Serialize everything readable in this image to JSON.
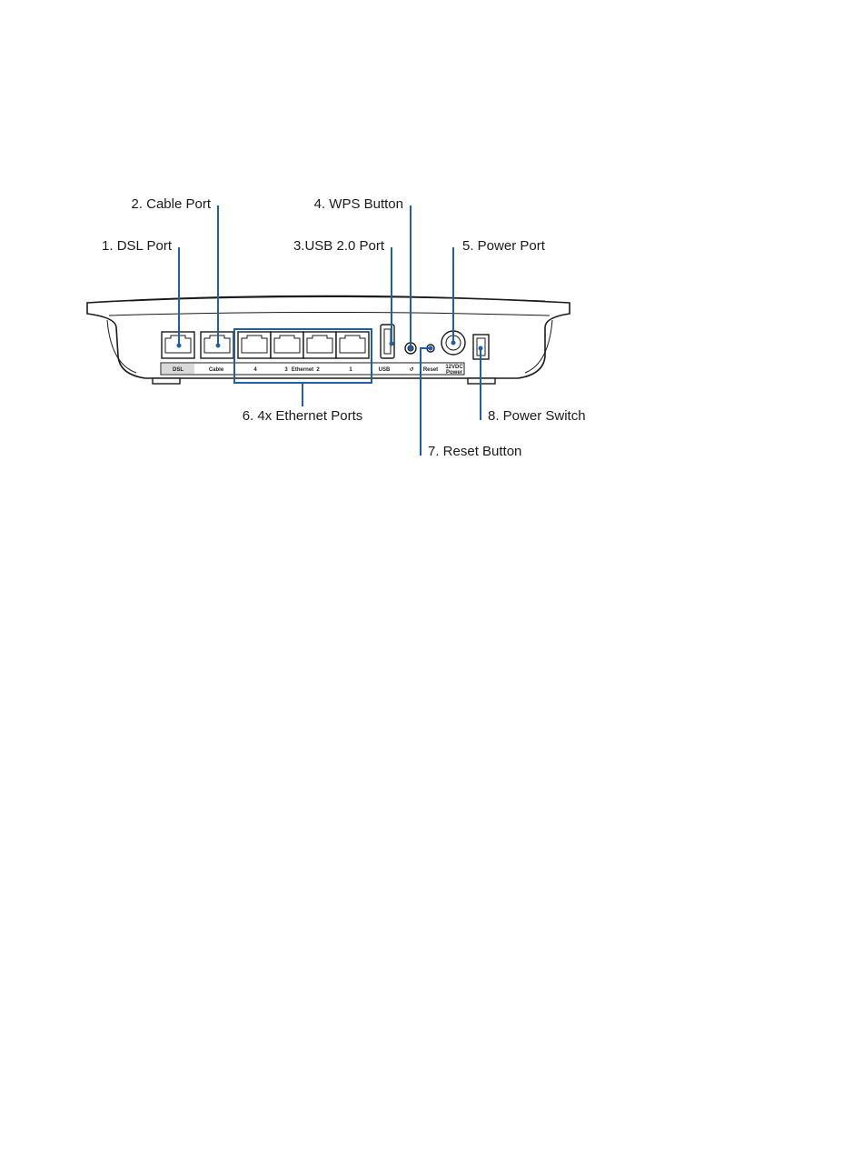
{
  "callouts": {
    "dsl_port": "1. DSL Port",
    "cable_port": "2. Cable Port",
    "usb_port": "3.USB 2.0 Port",
    "wps_button": "4. WPS Button",
    "power_port": "5. Power Port",
    "ethernet_ports": "6. 4x Ethernet Ports",
    "reset_button": "7. Reset Button",
    "power_switch": "8. Power Switch"
  },
  "panel_labels": {
    "dsl": "DSL",
    "cable": "Cable",
    "eth4": "4",
    "eth3": "3",
    "ethernet": "Ethernet",
    "eth2": "2",
    "eth1": "1",
    "usb": "USB",
    "reset": "Reset",
    "power_v": "12VDC",
    "power": "Power"
  },
  "colors": {
    "leader": "#1f5ea8",
    "outline": "#1a1a1a",
    "label_strip": "#d9d9d9"
  }
}
